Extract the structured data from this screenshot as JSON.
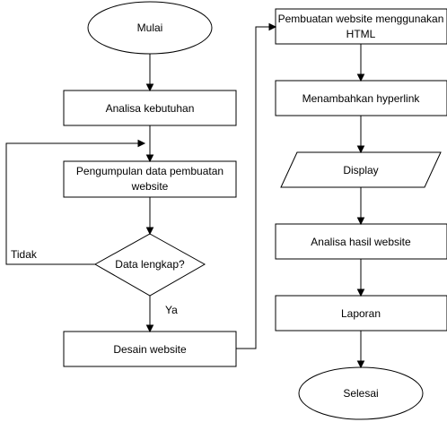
{
  "nodes": {
    "start": "Mulai",
    "needs_analysis": "Analisa kebutuhan",
    "data_collection": [
      "Pengumpulan data pembuatan",
      "website"
    ],
    "decision": "Data lengkap?",
    "design": "Desain website",
    "html_build": [
      "Pembuatan website menggunakan",
      "HTML"
    ],
    "hyperlink": "Menambahkan hyperlink",
    "display": "Display",
    "result_analysis": "Analisa hasil website",
    "report": "Laporan",
    "end": "Selesai"
  },
  "edge_labels": {
    "no": "Tidak",
    "yes": "Ya"
  }
}
